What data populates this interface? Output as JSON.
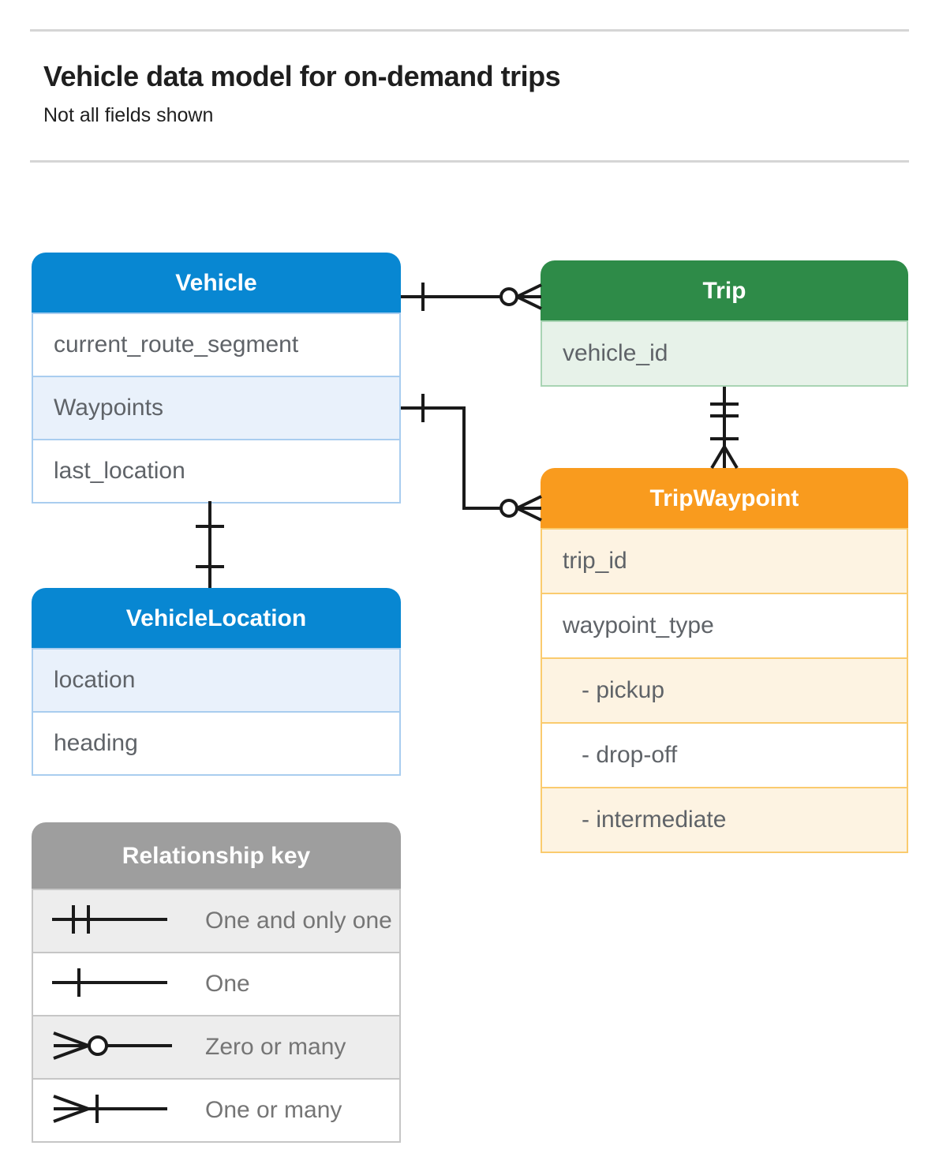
{
  "page": {
    "title": "Vehicle data model for on-demand trips",
    "subtitle": "Not all fields shown"
  },
  "entities": {
    "vehicle": {
      "title": "Vehicle",
      "fields": [
        "current_route_segment",
        "Waypoints",
        "last_location"
      ]
    },
    "trip": {
      "title": "Trip",
      "fields": [
        "vehicle_id"
      ]
    },
    "trip_waypoint": {
      "title": "TripWaypoint",
      "fields": [
        "trip_id",
        "waypoint_type",
        "- pickup",
        "- drop-off",
        "- intermediate"
      ]
    },
    "vehicle_location": {
      "title": "VehicleLocation",
      "fields": [
        "location",
        "heading"
      ]
    }
  },
  "relationships": [
    {
      "from": "Vehicle",
      "to": "Trip",
      "from_end": "one",
      "to_end": "zero-or-many"
    },
    {
      "from": "Vehicle.Waypoints",
      "to": "TripWaypoint",
      "from_end": "one",
      "to_end": "zero-or-many"
    },
    {
      "from": "Trip",
      "to": "TripWaypoint",
      "from_end": "one-and-only-one",
      "to_end": "one-or-many"
    },
    {
      "from": "Vehicle",
      "to": "VehicleLocation",
      "from_end": "one",
      "to_end": "one"
    }
  ],
  "legend": {
    "title": "Relationship key",
    "items": [
      {
        "symbol": "one-and-only-one",
        "label": "One and only one"
      },
      {
        "symbol": "one",
        "label": "One"
      },
      {
        "symbol": "zero-or-many",
        "label": "Zero or many"
      },
      {
        "symbol": "one-or-many",
        "label": "One or many"
      }
    ]
  },
  "colors": {
    "blue": "#0887D2",
    "blue_tint": "#E9F1FB",
    "blue_border": "#A9CDEF",
    "green": "#2E8B48",
    "green_tint": "#E7F2E9",
    "green_border": "#A9D4B4",
    "orange": "#F99B1E",
    "orange_tint": "#FDF3E2",
    "orange_border": "#FACB6E",
    "gray": "#9E9E9E",
    "gray_tint": "#EDEDED",
    "gray_border": "#C6C6C6",
    "heading": "#1F1F1F",
    "text": "#5F6368",
    "text_muted": "#757575",
    "line": "#1A1A1A",
    "divider": "#D5D5D5"
  }
}
